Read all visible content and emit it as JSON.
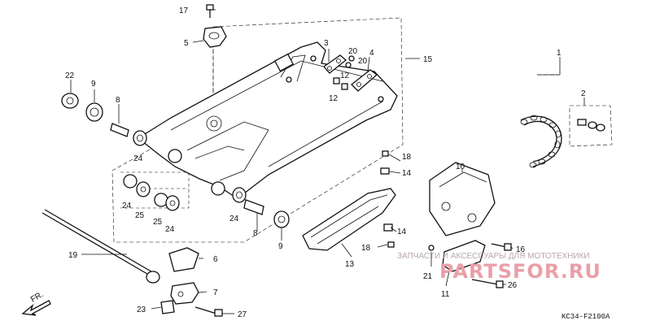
{
  "labels": {
    "p1": "1",
    "p2": "2",
    "p3": "3",
    "p4": "4",
    "p5": "5",
    "p6": "6",
    "p7": "7",
    "p8a": "8",
    "p8b": "8",
    "p9a": "9",
    "p9b": "9",
    "p10": "10",
    "p11": "11",
    "p12a": "12",
    "p12b": "12",
    "p13": "13",
    "p14a": "14",
    "p14b": "14",
    "p15": "15",
    "p16": "16",
    "p17": "17",
    "p18a": "18",
    "p18b": "18",
    "p19": "19",
    "p20a": "20",
    "p20b": "20",
    "p21": "21",
    "p22": "22",
    "p23": "23",
    "p24a": "24",
    "p24b": "24",
    "p24c": "24",
    "p24d": "24",
    "p25a": "25",
    "p25b": "25",
    "p26": "26",
    "p27": "27"
  },
  "front_arrow": "FR.",
  "diagram_code": "KC34-F2100A",
  "watermark": {
    "line1": "ЗАПЧАСТИ И АКСЕССУАРЫ ДЛЯ МОТОТЕХНИКИ",
    "line2": "PARTSFOR.RU"
  },
  "colors": {
    "ink": "#111111",
    "watermark_red": "#e9a0a8",
    "watermark_grey": "#b8a9a9"
  }
}
